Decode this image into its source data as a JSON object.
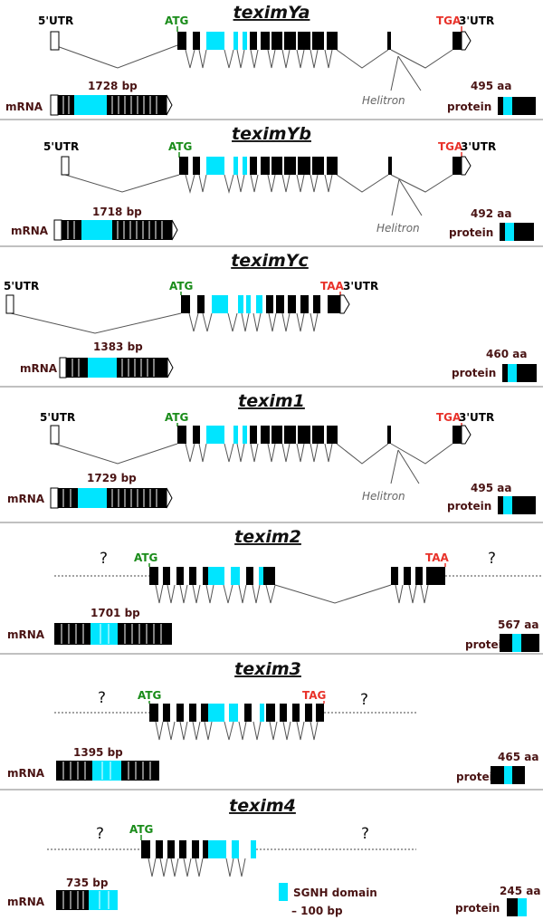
{
  "colors": {
    "exon": "#000000",
    "sgnh": "#00e5ff",
    "start_codon": "#1a8c1a",
    "stop_codon": "#e8322a",
    "label": "#4a1414",
    "helitron": "#666666"
  },
  "common": {
    "utr5": "5'UTR",
    "utr3": "3'UTR",
    "start": "ATG",
    "mrna": "mRNA",
    "protein": "protein",
    "helitron": "Helitron",
    "unknown": "?"
  },
  "legend": {
    "domain_label": "SGNH domain",
    "scale_label": "– 100 bp"
  },
  "genes": [
    {
      "name": "teximYa",
      "stop": "TGA",
      "mrna_length": "1728 bp",
      "protein_length": "495 aa"
    },
    {
      "name": "teximYb",
      "stop": "TGA",
      "mrna_length": "1718 bp",
      "protein_length": "492 aa"
    },
    {
      "name": "teximYc",
      "stop": "TAA",
      "mrna_length": "1383 bp",
      "protein_length": "460 aa"
    },
    {
      "name": "texim1",
      "stop": "TGA",
      "mrna_length": "1729 bp",
      "protein_length": "495 aa"
    },
    {
      "name": "texim2",
      "stop": "TAA",
      "mrna_length": "1701 bp",
      "protein_length": "567 aa"
    },
    {
      "name": "texim3",
      "stop": "TAG",
      "mrna_length": "1395 bp",
      "protein_length": "465 aa"
    },
    {
      "name": "texim4",
      "stop": "",
      "mrna_length": "735 bp",
      "protein_length": "245 aa"
    }
  ]
}
